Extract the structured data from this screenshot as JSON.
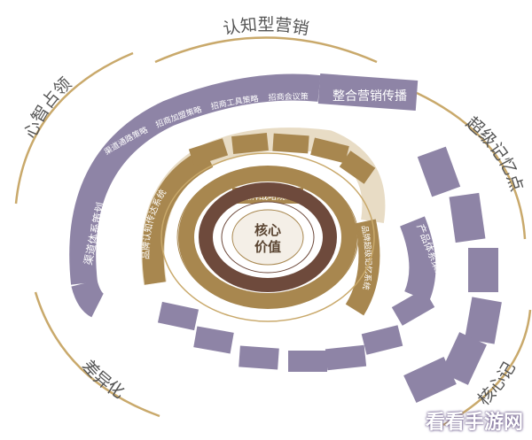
{
  "outer_labels": {
    "top": "认知型营销",
    "left": "心智占领",
    "right": "超级记忆点",
    "bottom_left": "差异化",
    "bottom_right": "核心记"
  },
  "purple_band": {
    "sub_items": [
      "渠道通路策略",
      "招商加盟策略",
      "招商工具策略",
      "招商会议策略"
    ],
    "main_left": "渠道体系策划",
    "main_right": "整合营销传播",
    "product": "产品体系策划"
  },
  "gold_band": {
    "main": "品牌认知传达系统",
    "right": "品牌超级记忆系统"
  },
  "inner": {
    "planning": "品牌战略规划",
    "center_line1": "核心",
    "center_line2": "价值"
  },
  "watermark": "看看手游网",
  "colors": {
    "purple": "#8e84a6",
    "gold": "#a8874f",
    "brown": "#6e4a3c",
    "arc_gold": "#c9a96b"
  }
}
